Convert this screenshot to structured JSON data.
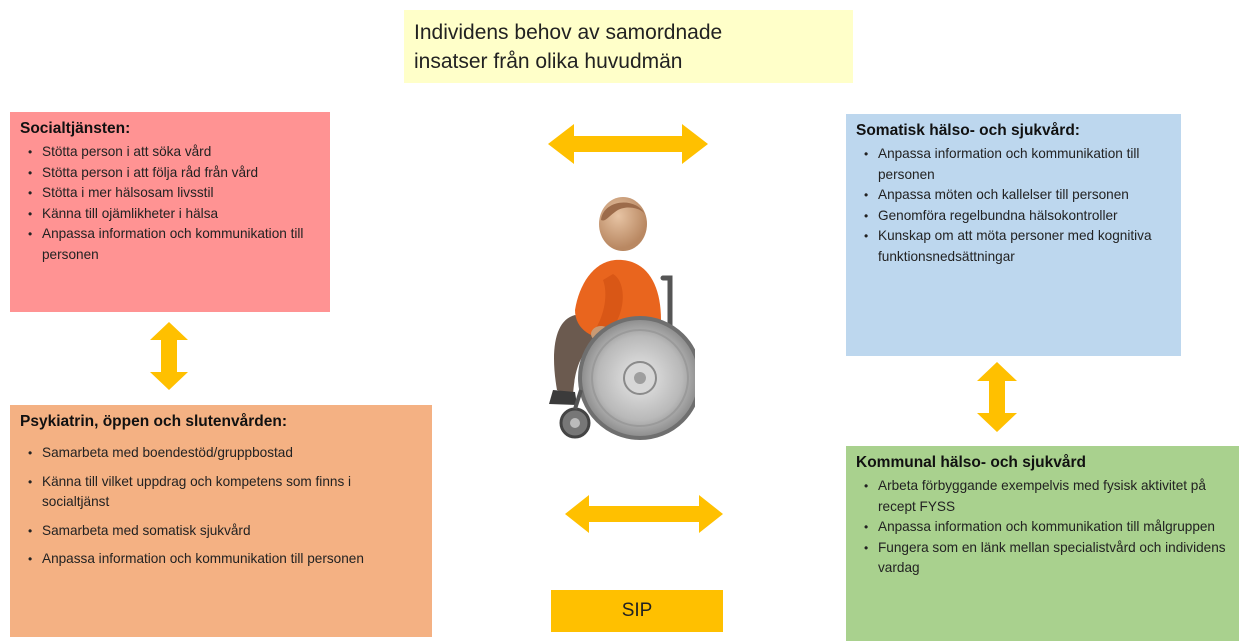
{
  "title": {
    "line1": "Individens behov av samordnade",
    "line2": "insatser från olika huvudmän"
  },
  "socialtjansten": {
    "heading": "Socialtjänsten:",
    "items": [
      "Stötta person i att söka vård",
      "Stötta person i att följa råd från vård",
      "Stötta i mer hälsosam livsstil",
      "Känna till ojämlikheter i hälsa",
      "Anpassa information och kommunikation  till personen"
    ]
  },
  "psykiatrin": {
    "heading": "Psykiatrin,  öppen och slutenvården:",
    "items": [
      "Samarbeta med boendestöd/gruppbostad",
      "Känna till vilket uppdrag och kompetens som finns i socialtjänst",
      "Samarbeta med somatisk sjukvård",
      "Anpassa information och kommunikation  till personen"
    ]
  },
  "somatisk": {
    "heading": "Somatisk hälso- och sjukvård:",
    "items": [
      "Anpassa information och kommunikation  till personen",
      "Anpassa möten och kallelser till personen",
      "Genomföra regelbundna hälsokontroller",
      "Kunskap om att möta personer med kognitiva funktionsnedsättningar"
    ]
  },
  "kommunal": {
    "heading": "Kommunal hälso- och sjukvård",
    "items": [
      "Arbeta förbyggande exempelvis med fysisk aktivitet på recept  FYSS",
      "Anpassa information och kommunikation  till målgruppen",
      "Fungera som en länk mellan specialistvård och individens vardag"
    ]
  },
  "sip": {
    "label": "SIP"
  },
  "colors": {
    "arrow": "#ffc000",
    "title_bg": "#ffffc9",
    "social_bg": "#ff9393",
    "psyk_bg": "#f4b183",
    "somatisk_bg": "#bdd7ee",
    "kommunal_bg": "#a9d18e"
  },
  "icons": [
    "wheelchair-person-icon",
    "double-arrow-icon"
  ]
}
